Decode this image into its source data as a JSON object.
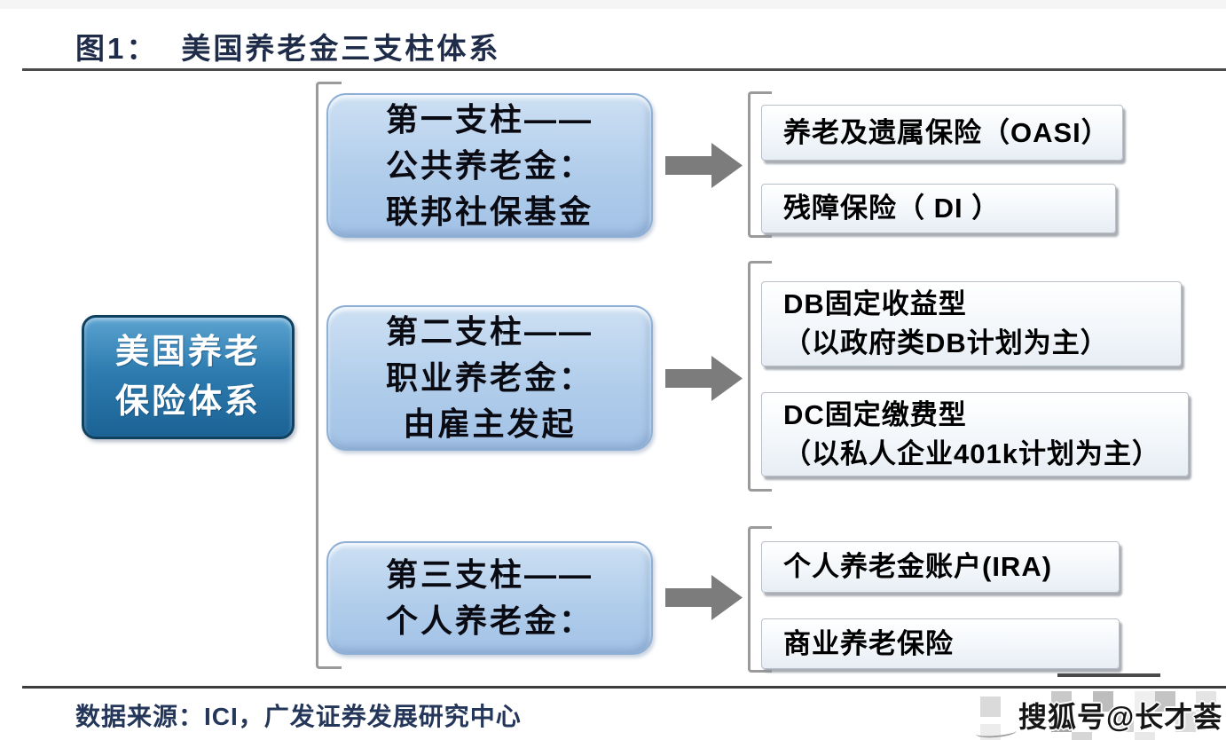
{
  "title": {
    "figure_label": "图1：",
    "text": "美国养老金三支柱体系"
  },
  "root": {
    "lines": [
      "美国养老",
      "保险体系"
    ]
  },
  "pillars": [
    {
      "lines": [
        "第一支柱——",
        "公共养老金：",
        "联邦社保基金"
      ],
      "children": [
        {
          "lines": [
            "养老及遗属保险（OASI）"
          ]
        },
        {
          "lines": [
            "残障保险（ DI ）"
          ]
        }
      ]
    },
    {
      "lines": [
        "第二支柱——",
        "职业养老金：",
        "由雇主发起"
      ],
      "children": [
        {
          "lines": [
            "DB固定收益型",
            "（以政府类DB计划为主）"
          ]
        },
        {
          "lines": [
            "DC固定缴费型",
            "（以私人企业401k计划为主）"
          ]
        }
      ]
    },
    {
      "lines": [
        "第三支柱——",
        "个人养老金："
      ],
      "children": [
        {
          "lines": [
            "个人养老金账户(IRA)"
          ]
        },
        {
          "lines": [
            "商业养老保险"
          ]
        }
      ]
    }
  ],
  "source": "数据来源：ICI，广发证券发展研究中心",
  "watermark": "搜狐号@长才荟",
  "colors": {
    "title_text": "#1e2b49",
    "root_fill": "#2e7cb0",
    "root_border": "#10405f",
    "pillar_fill": "#b1cdeb",
    "pillar_border": "#8fb0d6",
    "leaf_fill": "#f2f6fa",
    "leaf_border": "#b9bfc7",
    "arrow": "#7c7c7c",
    "bracket": "#9a9a9a",
    "source_text": "#243659"
  }
}
